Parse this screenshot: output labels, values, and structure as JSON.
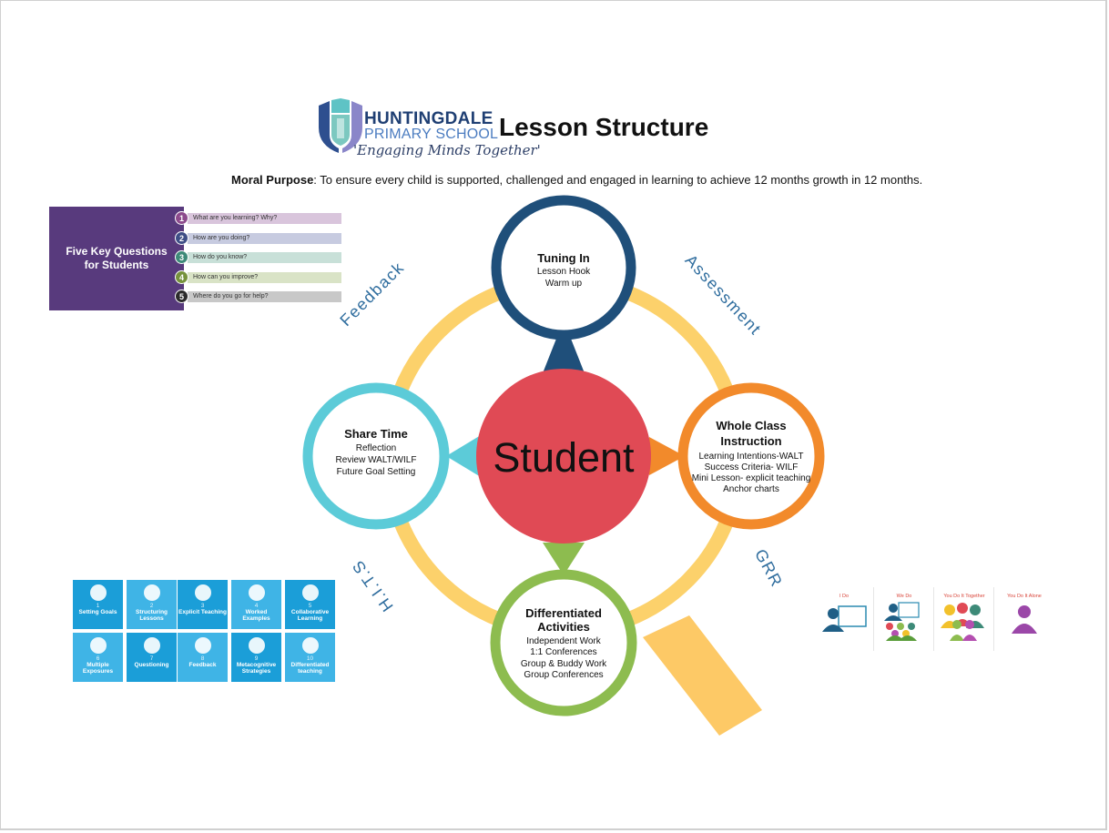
{
  "header": {
    "school_name_line1": "HUNTINGDALE",
    "school_name_line2": "PRIMARY SCHOOL",
    "school_tagline": "'Engaging Minds Together'",
    "title": "Lesson Structure",
    "moral_label": "Moral Purpose",
    "moral_text": ": To ensure every child is supported, challenged and engaged in learning to achieve 12 months growth in 12 months."
  },
  "five_key_questions": {
    "heading": "Five Key Questions for Students",
    "questions": [
      {
        "num": "1",
        "text": "What are you learning? Why?",
        "color": "#8c4a8c",
        "bar": "#d9c5dc"
      },
      {
        "num": "2",
        "text": "How are you doing?",
        "color": "#3e4e86",
        "bar": "#c7cbe0"
      },
      {
        "num": "3",
        "text": "How do you know?",
        "color": "#3d8a78",
        "bar": "#c8e0d8"
      },
      {
        "num": "4",
        "text": "How can you improve?",
        "color": "#76923c",
        "bar": "#d9e3c6"
      },
      {
        "num": "5",
        "text": "Where do you go for help?",
        "color": "#2b2b2b",
        "bar": "#c8c8c8"
      }
    ]
  },
  "center": {
    "label": "Student",
    "color": "#e04a55"
  },
  "stages": {
    "tuning_in": {
      "title": "Tuning In",
      "lines": [
        "Lesson Hook",
        "Warm up"
      ],
      "color": "#1f4f7a"
    },
    "whole_class": {
      "title_line1": "Whole Class",
      "title_line2": "Instruction",
      "lines": [
        "Learning Intentions-WALT",
        "Success Criteria- WILF",
        "Mini Lesson- explicit teaching",
        "Anchor charts"
      ],
      "color": "#f28a2b"
    },
    "differentiated": {
      "title_line1": "Differentiated",
      "title_line2": "Activities",
      "lines": [
        "Independent Work",
        "1:1 Conferences",
        "Group & Buddy Work",
        "Group Conferences"
      ],
      "color": "#8dbc4f"
    },
    "share_time": {
      "title": "Share Time",
      "lines": [
        "Reflection",
        "Review WALT/WILF",
        "Future Goal Setting"
      ],
      "color": "#5ccbd8"
    }
  },
  "ring_labels": {
    "feedback": "Feedback",
    "assessment": "Assessment",
    "grr": "GRR",
    "hits": "H.I.T.S"
  },
  "colors": {
    "ring": "#fcd16b",
    "ring_label": "#2f6d9e",
    "hits_tile_a": "#1b9ed8",
    "hits_tile_b": "#3fb4e6"
  },
  "hits": [
    {
      "num": "1",
      "label": "Setting Goals",
      "icon": "chart-icon"
    },
    {
      "num": "2",
      "label": "Structuring Lessons",
      "icon": "lesson-icon"
    },
    {
      "num": "3",
      "label": "Explicit Teaching",
      "icon": "teacher-icon"
    },
    {
      "num": "4",
      "label": "Worked Examples",
      "icon": "worksheet-icon"
    },
    {
      "num": "5",
      "label": "Collaborative Learning",
      "icon": "group-icon"
    },
    {
      "num": "6",
      "label": "Multiple Exposures",
      "icon": "globe-icon"
    },
    {
      "num": "7",
      "label": "Questioning",
      "icon": "question-icon"
    },
    {
      "num": "8",
      "label": "Feedback",
      "icon": "speech-icon"
    },
    {
      "num": "9",
      "label": "Metacognitive Strategies",
      "icon": "cycle-icon"
    },
    {
      "num": "10",
      "label": "Differentiated teaching",
      "icon": "person-board-icon"
    }
  ],
  "grr": [
    {
      "label": "I Do",
      "icon": "teacher-board-icon"
    },
    {
      "label": "We Do",
      "icon": "teacher-group-icon"
    },
    {
      "label": "You Do It Together",
      "icon": "group-icon"
    },
    {
      "label": "You Do It Alone",
      "icon": "single-student-icon"
    }
  ]
}
